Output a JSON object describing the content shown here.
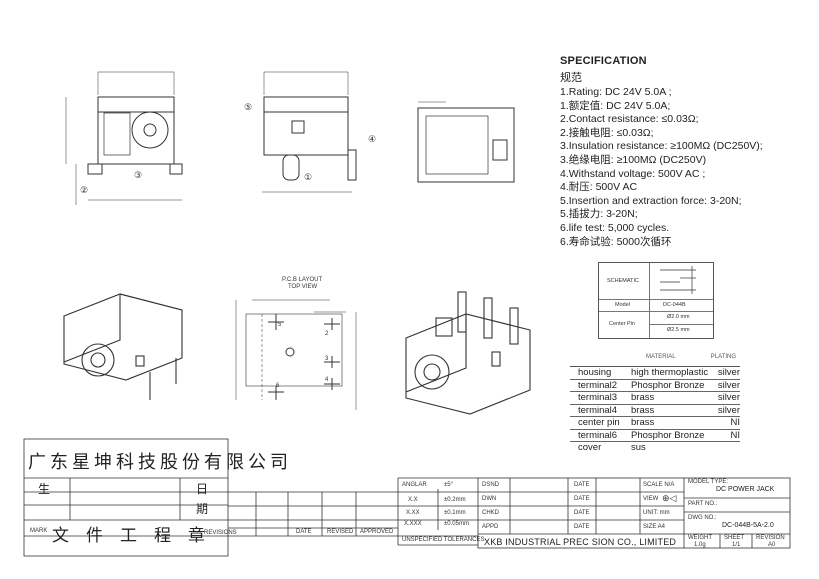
{
  "spec": {
    "heading": "SPECIFICATION",
    "heading_cn": "规范",
    "lines": [
      "1.Rating:  DC  24V 5.0A ;",
      "1.额定值:  DC 24V 5.0A;",
      "2.Contact resistance: ≤0.03Ω;",
      "2.接触电阻: ≤0.03Ω;",
      "3.Insulation resistance: ≥100MΩ (DC250V);",
      "3.绝缘电阻: ≥100MΩ  (DC250V)",
      "4.Withstand voltage:  500V AC ;",
      "4.耐压:  500V AC",
      "5.Insertion and extraction force: 3-20N;",
      "5.插拔力: 3-20N;",
      "6.life test: 5,000 cycles.",
      "6.寿命试验: 5000次循环"
    ]
  },
  "schematic": {
    "label": "SCHEMATIC",
    "model_label": "Model",
    "model_value": "DC-044B",
    "center_pin_label": "Center Pin",
    "pins": [
      "Ø2.0 mm",
      "Ø2.5 mm"
    ]
  },
  "materials": {
    "header_material": "MATERIAL",
    "header_plating": "PLATING",
    "rows": [
      {
        "part": "housing",
        "material": "high thermoplastic",
        "plating": "silver"
      },
      {
        "part": "terminal2",
        "material": "Phosphor Bronze",
        "plating": "silver"
      },
      {
        "part": "terminal3",
        "material": "brass",
        "plating": "silver"
      },
      {
        "part": "terminal4",
        "material": "brass",
        "plating": "silver"
      },
      {
        "part": "center pin",
        "material": "brass",
        "plating": "NI"
      },
      {
        "part": "terminal6",
        "material": "Phosphor Bronze",
        "plating": "NI"
      },
      {
        "part": "cover",
        "material": "sus",
        "plating": ""
      }
    ]
  },
  "pcb": {
    "title": "P.C.B LAYOUT",
    "subtitle": "TOP VIEW",
    "pins": [
      "5",
      "2",
      "3",
      "4",
      "6"
    ]
  },
  "callouts": [
    "⑤",
    "③",
    "②",
    "④",
    "①"
  ],
  "company_cn": "广东星坤科技股份有限公司",
  "title_block": {
    "date_cn": "日",
    "qi_cn": "期",
    "sheng_cn": "生",
    "doc_chars": [
      "文",
      "件",
      "工",
      "程",
      "章"
    ],
    "mark": "MARK",
    "revisions": "REVISIONS",
    "date": "DATE",
    "revised": "REVISED",
    "approved": "APPROVED",
    "dsnd": "DSND",
    "dwn": "DWN",
    "chkd": "CHKD",
    "appd": "APPD",
    "scale": "SCALE N/A",
    "view": "VIEW",
    "unit": "UNIT: mm",
    "size": "SIZE A4",
    "model_type_label": "MODEL TYPE:",
    "model_type_value": "DC POWER JACK",
    "part_no": "PART NO.:",
    "dwg_no_label": "DWG NO.:",
    "dwg_no_value": "DC-044B-5A-2.0",
    "weight_label": "WEIGHT",
    "weight_value": "1.0g",
    "sheet_label": "SHEET",
    "sheet_value": "1/1",
    "revision_label": "REVISION",
    "revision_value": "A0",
    "angle_label": "ANGLAR",
    "angle_value": "±5°",
    "tol_rows": [
      {
        "label": "X.X",
        "value": "±0.2mm"
      },
      {
        "label": "X.XX",
        "value": "±0.1mm"
      },
      {
        "label": "X.XXX",
        "value": "±0.05mm"
      }
    ],
    "unspec_tol": "UNSPECIFIED TOLERANCES",
    "company_en": "XKB INDUSTRIAL PREC SION CO., LIMITED"
  }
}
